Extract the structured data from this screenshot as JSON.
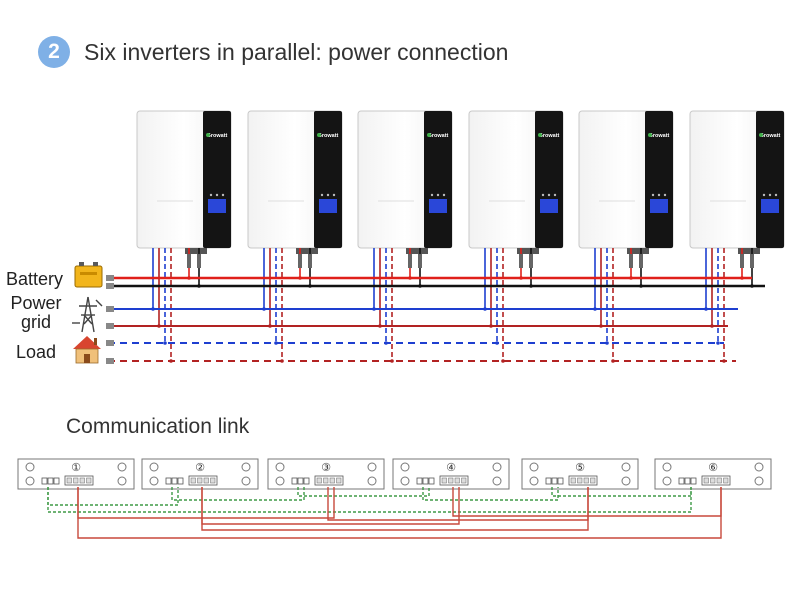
{
  "header": {
    "step_number": "2",
    "title": "Six inverters in parallel: power connection"
  },
  "labels": {
    "battery": "Battery",
    "power_grid_line1": "Power",
    "power_grid_line2": "grid",
    "load": "Load"
  },
  "communication": {
    "title": "Communication link",
    "modules": [
      "①",
      "②",
      "③",
      "④",
      "⑤",
      "⑥"
    ]
  },
  "inverters": {
    "count": 6,
    "brand": "Growatt"
  },
  "colors": {
    "battery_pos": "#e0201a",
    "battery_neg": "#111111",
    "grid_l": "#1e3fd0",
    "grid_n": "#b22222",
    "load_l": "#1e3fd0",
    "load_n": "#b22222",
    "comm_red": "#c8493c",
    "comm_green": "#3f9a47",
    "badge": "#7fb0e6"
  }
}
